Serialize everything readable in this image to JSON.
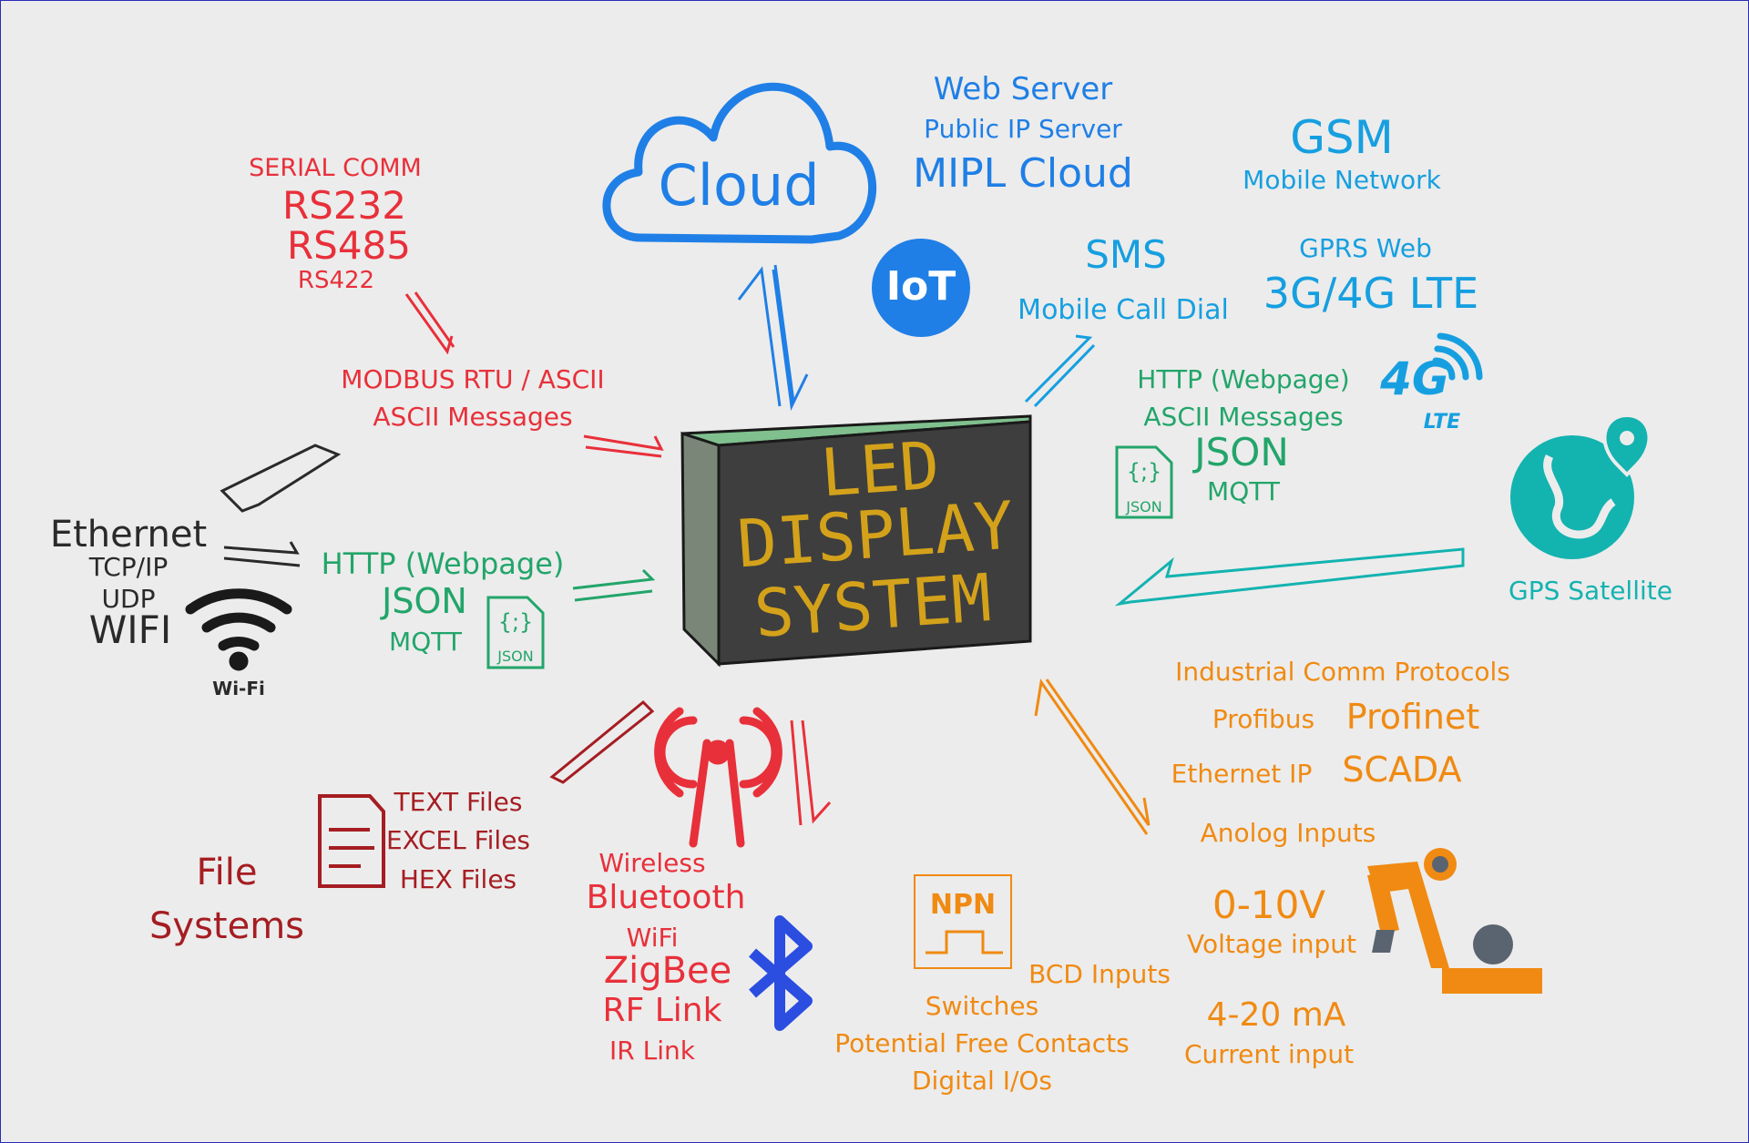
{
  "cloud": {
    "label": "Cloud"
  },
  "iot": {
    "label": "IoT"
  },
  "web": {
    "server": "Web Server",
    "public_ip": "Public IP Server",
    "mipl": "MIPL Cloud"
  },
  "gsm": {
    "title": "GSM",
    "network": "Mobile Network"
  },
  "sms": {
    "title": "SMS",
    "dial": "Mobile Call Dial"
  },
  "gprs": {
    "web": "GPRS Web",
    "lte": "3G/4G LTE"
  },
  "lte_icon": {
    "top": "4G",
    "bottom": "LTE"
  },
  "serial": {
    "comm": "SERIAL COMM",
    "rs232": "RS232",
    "rs485": "RS485",
    "rs422": "RS422"
  },
  "modbus": {
    "rtu": "MODBUS RTU / ASCII",
    "ascii": "ASCII Messages"
  },
  "http_right": {
    "webpage": "HTTP (Webpage)",
    "ascii": "ASCII Messages",
    "json": "JSON",
    "mqtt": "MQTT"
  },
  "ethernet": {
    "title": "Ethernet",
    "tcpip": "TCP/IP",
    "udp": "UDP",
    "wifi": "WIFI",
    "wifi_logo": "Wi-Fi"
  },
  "http_left": {
    "webpage": "HTTP (Webpage)",
    "json": "JSON",
    "mqtt": "MQTT"
  },
  "json_icon": {
    "braces": "{;}",
    "label": "JSON"
  },
  "display": {
    "line1": "LED",
    "line2": "DISPLAY",
    "line3": "SYSTEM"
  },
  "gps": {
    "label": "GPS Satellite"
  },
  "industrial": {
    "title": "Industrial Comm Protocols",
    "profibus": "Profibus",
    "profinet": "Profinet",
    "ethernet_ip": "Ethernet IP",
    "scada": "SCADA",
    "analog": "Anolog Inputs"
  },
  "voltage": {
    "value": "0-10V",
    "label": "Voltage input"
  },
  "current": {
    "value": "4-20 mA",
    "label": "Current input"
  },
  "npn": {
    "label": "NPN"
  },
  "digital": {
    "bcd": "BCD Inputs",
    "switches": "Switches",
    "contacts": "Potential Free Contacts",
    "dio": "Digital I/Os"
  },
  "files": {
    "text": "TEXT Files",
    "excel": "EXCEL Files",
    "hex": "HEX Files",
    "title1": "File",
    "title2": "Systems"
  },
  "wireless": {
    "wireless": "Wireless",
    "bluetooth": "Bluetooth",
    "wifi": "WiFi",
    "zigbee": "ZigBee",
    "rf": "RF Link",
    "ir": "IR Link"
  },
  "colors": {
    "red": "#e8303a",
    "dark_red": "#a51d22",
    "green": "#22a56a",
    "blue": "#1f7fe6",
    "cyan": "#169fe0",
    "orange": "#f08a12",
    "teal": "#13b3b0",
    "dark": "#2a2a2a",
    "led_amber": "#d4a21a"
  }
}
